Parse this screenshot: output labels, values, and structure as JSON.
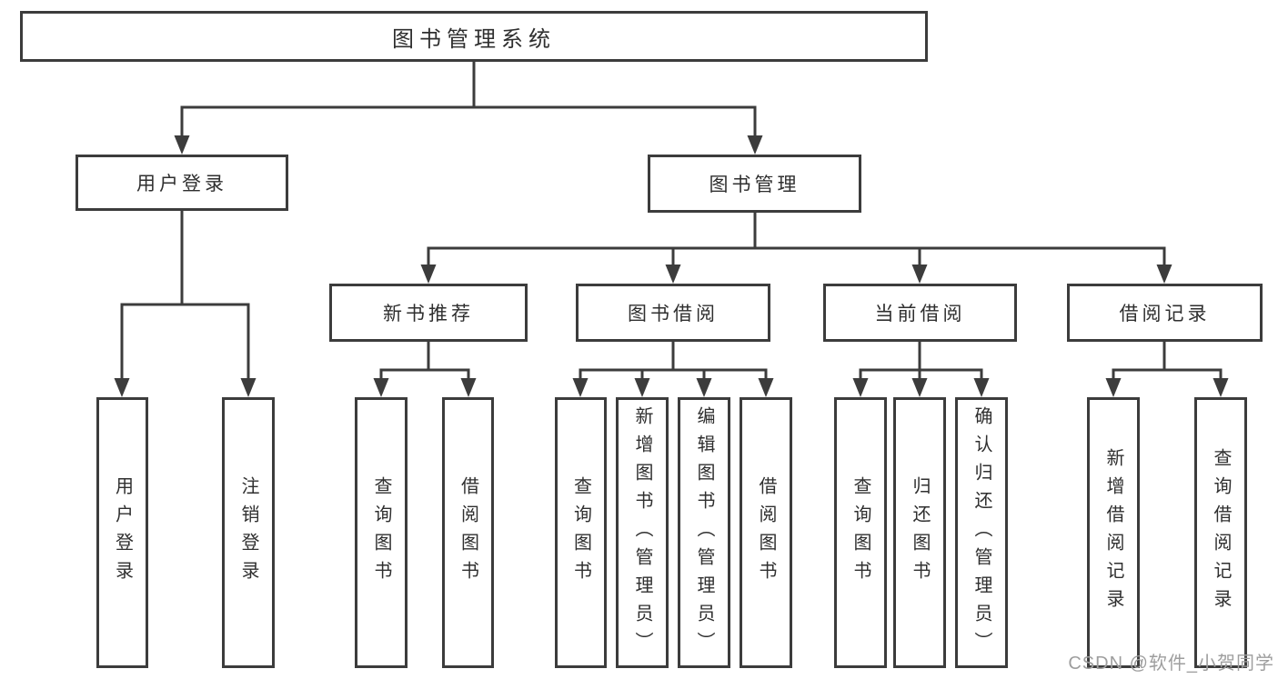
{
  "diagram": {
    "root": {
      "label": "图书管理系统"
    },
    "level2": [
      {
        "label": "用户登录"
      },
      {
        "label": "图书管理"
      }
    ],
    "level3": [
      {
        "label": "新书推荐"
      },
      {
        "label": "图书借阅"
      },
      {
        "label": "当前借阅"
      },
      {
        "label": "借阅记录"
      }
    ],
    "leaves": {
      "user_login": [
        "用户登录",
        "注销登录"
      ],
      "new_book": [
        "查询图书",
        "借阅图书"
      ],
      "book_borrow": [
        "查询图书",
        "新增图书（管理员）",
        "编辑图书（管理员）",
        "借阅图书"
      ],
      "current_borrow": [
        "查询图书",
        "归还图书",
        "确认归还（管理员）"
      ],
      "borrow_record": [
        "新增借阅记录",
        "查询借阅记录"
      ]
    }
  },
  "watermark": {
    "text": "CSDN @软件_小贺同学"
  },
  "colors": {
    "line": "#3c3c3c",
    "text": "#2f2f2f",
    "watermark": "#9e9e9e",
    "background": "#ffffff"
  }
}
